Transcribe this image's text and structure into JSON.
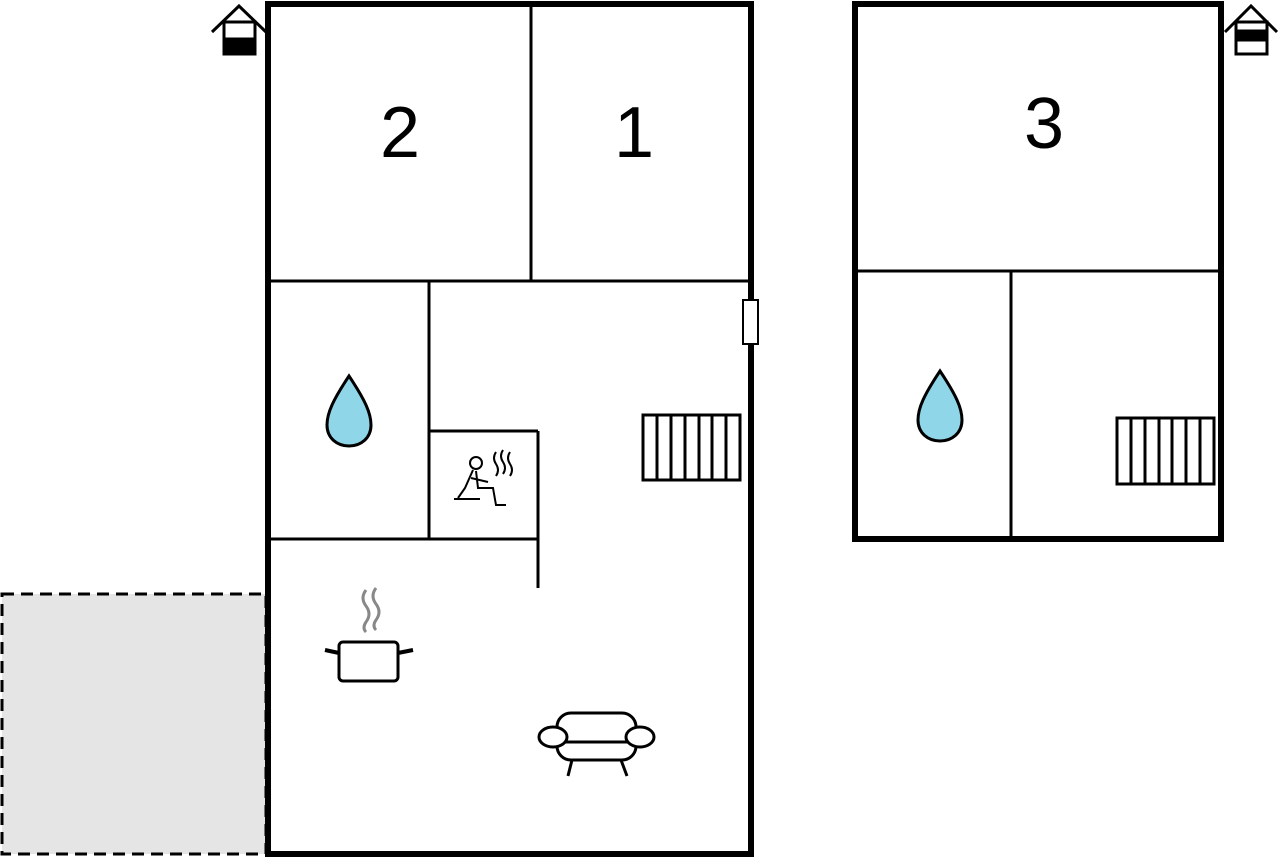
{
  "floor_1": {
    "rooms": [
      {
        "id": "bedroom-2",
        "label": "2",
        "icon": "bed-number"
      },
      {
        "id": "bedroom-1",
        "label": "1",
        "icon": "bed-number"
      },
      {
        "id": "bathroom",
        "label": "",
        "icon": "water-drop-icon"
      },
      {
        "id": "sauna",
        "label": "",
        "icon": "sauna-icon"
      },
      {
        "id": "hall",
        "label": "",
        "icon": "stairs-icon"
      },
      {
        "id": "kitchen-living",
        "label": "",
        "icon": "cooking-pot-icon"
      }
    ],
    "marker_icon": "house-entrance-icon",
    "terrace": {
      "style": "dashed",
      "fill": "#e5e5e5"
    }
  },
  "floor_2": {
    "rooms": [
      {
        "id": "bedroom-3",
        "label": "3",
        "icon": "bed-number"
      },
      {
        "id": "bathroom-upper",
        "label": "",
        "icon": "water-drop-icon"
      },
      {
        "id": "landing",
        "label": "",
        "icon": "stairs-icon"
      }
    ],
    "marker_icon": "house-upper-floor-icon"
  },
  "colors": {
    "wall": "#000000",
    "water": "#8fd6e8",
    "terrace_fill": "#e5e5e5",
    "steam": "#888888",
    "background": "#ffffff"
  }
}
